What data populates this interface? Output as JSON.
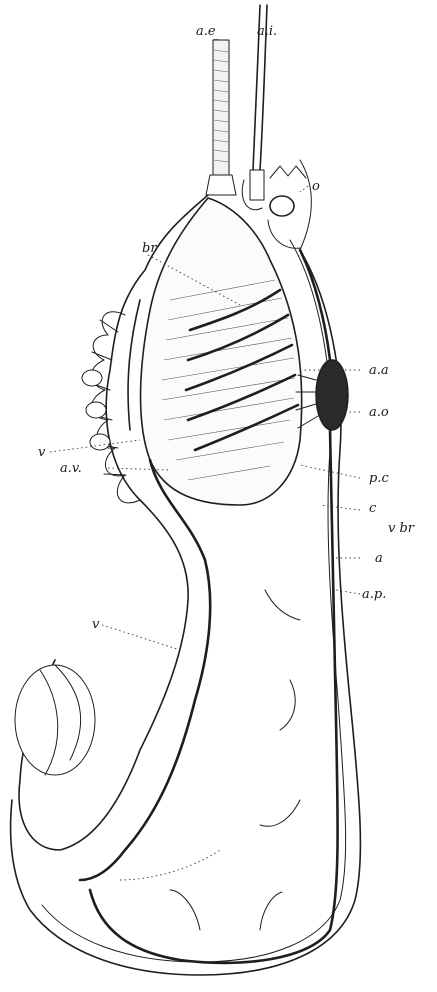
{
  "labels": {
    "ae": "a.e",
    "ai": "a.i.",
    "o": "o",
    "br": "br",
    "aa": "a.a",
    "ao": "a.o",
    "v_upper": "v",
    "pc": "p.c",
    "c": "c",
    "av": "a.v.",
    "vbr": "v br",
    "a": "a",
    "ap": "a.p.",
    "v_lower": "v"
  },
  "colors": {
    "ink": "#1e1e1e",
    "heart": "#2a2a2a",
    "background": "#ffffff"
  }
}
